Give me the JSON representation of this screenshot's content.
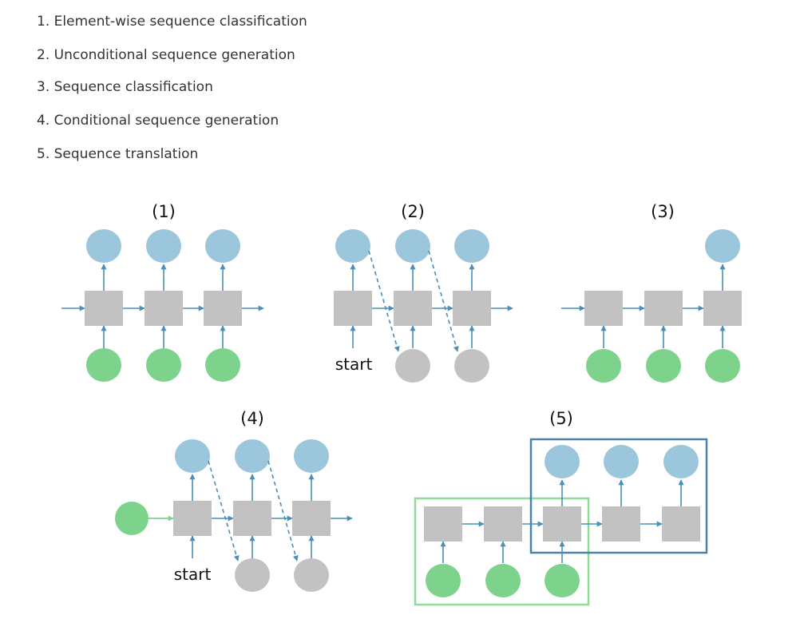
{
  "tasks": [
    {
      "number": "1.",
      "label": "Element-wise sequence classification"
    },
    {
      "number": "2.",
      "label": "Unconditional sequence generation"
    },
    {
      "number": "3.",
      "label": "Sequence classification"
    },
    {
      "number": "4.",
      "label": "Conditional sequence generation"
    },
    {
      "number": "5.",
      "label": "Sequence translation"
    }
  ],
  "panels": [
    {
      "title": "(1)"
    },
    {
      "title": "(2)",
      "start_label": "start"
    },
    {
      "title": "(3)"
    },
    {
      "title": "(4)",
      "start_label": "start"
    },
    {
      "title": "(5)"
    }
  ],
  "colors": {
    "output_node": "#9cc6dc",
    "input_node": "#7dd38c",
    "generated_node": "#c2c2c2",
    "hidden_cell": "#c2c2c2",
    "arrow": "#4a8fb8",
    "green_arrow": "#7dd38c",
    "decoder_box": "#4a82a8",
    "encoder_box": "#8fdb98"
  }
}
